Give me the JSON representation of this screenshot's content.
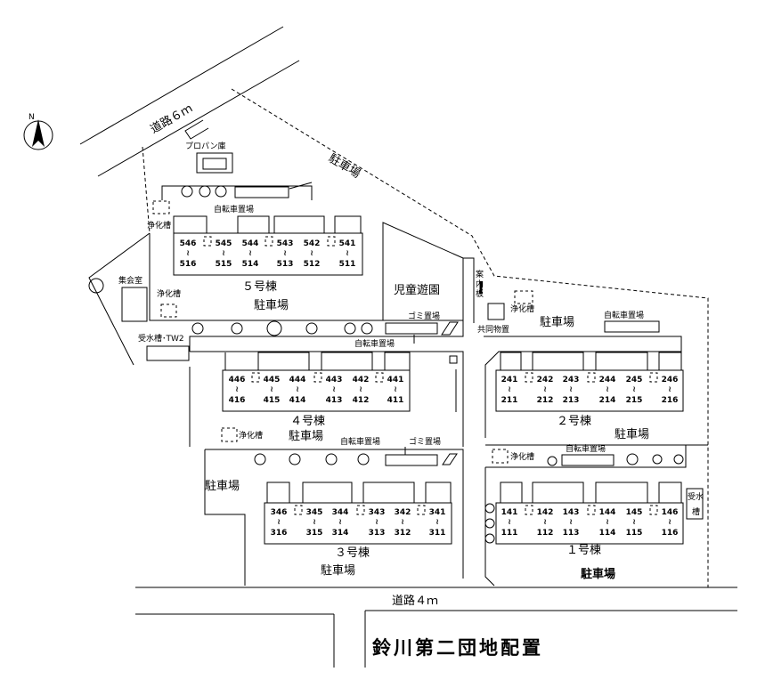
{
  "title": "鈴川第二団地配置",
  "roads": {
    "top": "道路６ｍ",
    "bottom": "道路４ｍ"
  },
  "north": "N",
  "facilities": {
    "propane": "プロパン庫",
    "jokaso": "浄化槽",
    "jukaso": "受水槽",
    "jukaso_tw2": "受水槽･TW2",
    "shukaishitsu": "集会室",
    "playground": "児童遊園",
    "garbage": "ゴミ置場",
    "bicycle": "自転車置場",
    "sign": "案内板",
    "storage": "共同物置",
    "parking": "駐車場"
  },
  "buildings": [
    {
      "name": "５号棟",
      "top": [
        "546",
        "545",
        "544",
        "543",
        "542",
        "541"
      ],
      "bottom": [
        "516",
        "515",
        "514",
        "513",
        "512",
        "511"
      ]
    },
    {
      "name": "４号棟",
      "top": [
        "446",
        "445",
        "444",
        "443",
        "442",
        "441"
      ],
      "bottom": [
        "416",
        "415",
        "414",
        "413",
        "412",
        "411"
      ]
    },
    {
      "name": "３号棟",
      "top": [
        "346",
        "345",
        "344",
        "343",
        "342",
        "341"
      ],
      "bottom": [
        "316",
        "315",
        "314",
        "313",
        "312",
        "311"
      ]
    },
    {
      "name": "２号棟",
      "top": [
        "241",
        "242",
        "243",
        "244",
        "245",
        "246"
      ],
      "bottom": [
        "211",
        "212",
        "213",
        "214",
        "215",
        "216"
      ]
    },
    {
      "name": "１号棟",
      "top": [
        "141",
        "142",
        "143",
        "144",
        "145",
        "146"
      ],
      "bottom": [
        "111",
        "112",
        "113",
        "114",
        "115",
        "116"
      ]
    }
  ],
  "tilde": "≀"
}
